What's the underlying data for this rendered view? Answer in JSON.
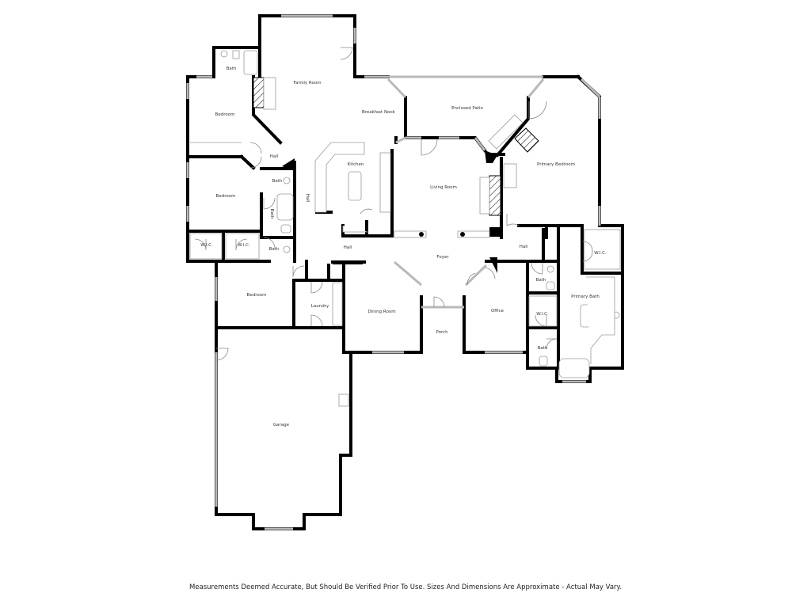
{
  "floor_plan": {
    "rooms": [
      {
        "id": "family-room",
        "label": "Family Room"
      },
      {
        "id": "breakfast-nook",
        "label": "Breakfast Nook"
      },
      {
        "id": "enclosed-patio",
        "label": "Enclosed Patio"
      },
      {
        "id": "primary-bedroom",
        "label": "Primary Bedroom"
      },
      {
        "id": "bath-top",
        "label": "Bath"
      },
      {
        "id": "bedroom-1",
        "label": "Bedroom"
      },
      {
        "id": "hall-1",
        "label": "Hall"
      },
      {
        "id": "kitchen",
        "label": "Kitchen"
      },
      {
        "id": "bath-2",
        "label": "Bath"
      },
      {
        "id": "bedroom-2",
        "label": "Bedroom"
      },
      {
        "id": "living-room",
        "label": "Living Room"
      },
      {
        "id": "hall-vertical",
        "label": "Hall"
      },
      {
        "id": "bath-vertical",
        "label": "Bath"
      },
      {
        "id": "wic-1",
        "label": "W.I.C."
      },
      {
        "id": "wic-2",
        "label": "W.I.C."
      },
      {
        "id": "bath-3",
        "label": "Bath"
      },
      {
        "id": "hall-2",
        "label": "Hall"
      },
      {
        "id": "foyer",
        "label": "Foyer"
      },
      {
        "id": "hall-3",
        "label": "Hall"
      },
      {
        "id": "wic-primary",
        "label": "W.I.C."
      },
      {
        "id": "bath-4",
        "label": "Bath"
      },
      {
        "id": "primary-bath",
        "label": "Primary Bath"
      },
      {
        "id": "bedroom-3",
        "label": "Bedroom"
      },
      {
        "id": "laundry",
        "label": "Laundry"
      },
      {
        "id": "dining-room",
        "label": "Dining Room"
      },
      {
        "id": "office",
        "label": "Office"
      },
      {
        "id": "wic-3",
        "label": "W.I.C."
      },
      {
        "id": "porch",
        "label": "Porch"
      },
      {
        "id": "bath-5",
        "label": "Bath"
      },
      {
        "id": "garage",
        "label": "Garage"
      }
    ]
  },
  "footer": {
    "disclaimer": "Measurements Deemed Accurate, But Should Be Verified Prior To Use. Sizes And Dimensions Are Approximate - Actual May Vary."
  }
}
